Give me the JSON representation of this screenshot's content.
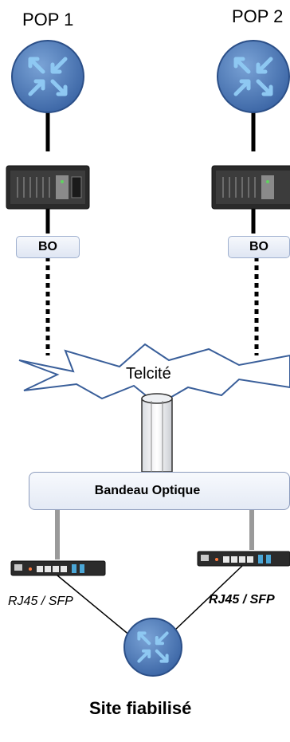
{
  "pops": [
    {
      "label": "POP 1",
      "bo_label": "BO"
    },
    {
      "label": "POP 2",
      "bo_label": "BO"
    }
  ],
  "cloud_label": "Telcité",
  "bandeau_label": "Bandeau Optique",
  "links": {
    "left": "RJ45 / SFP",
    "right": "RJ45 / SFP"
  },
  "site_label": "Site fiabilisé",
  "colors": {
    "router_fill": "#4a78b8",
    "router_arrow": "#8ec8f2",
    "bo_border": "#9fb0cf",
    "bandeau_fill": "#e4eaf5",
    "bandeau_border": "#8c9cbd",
    "gray_line": "#9a9a9a"
  },
  "icons": [
    "router-icon",
    "chassis-icon",
    "switch-icon",
    "fiber-cable-icon"
  ]
}
